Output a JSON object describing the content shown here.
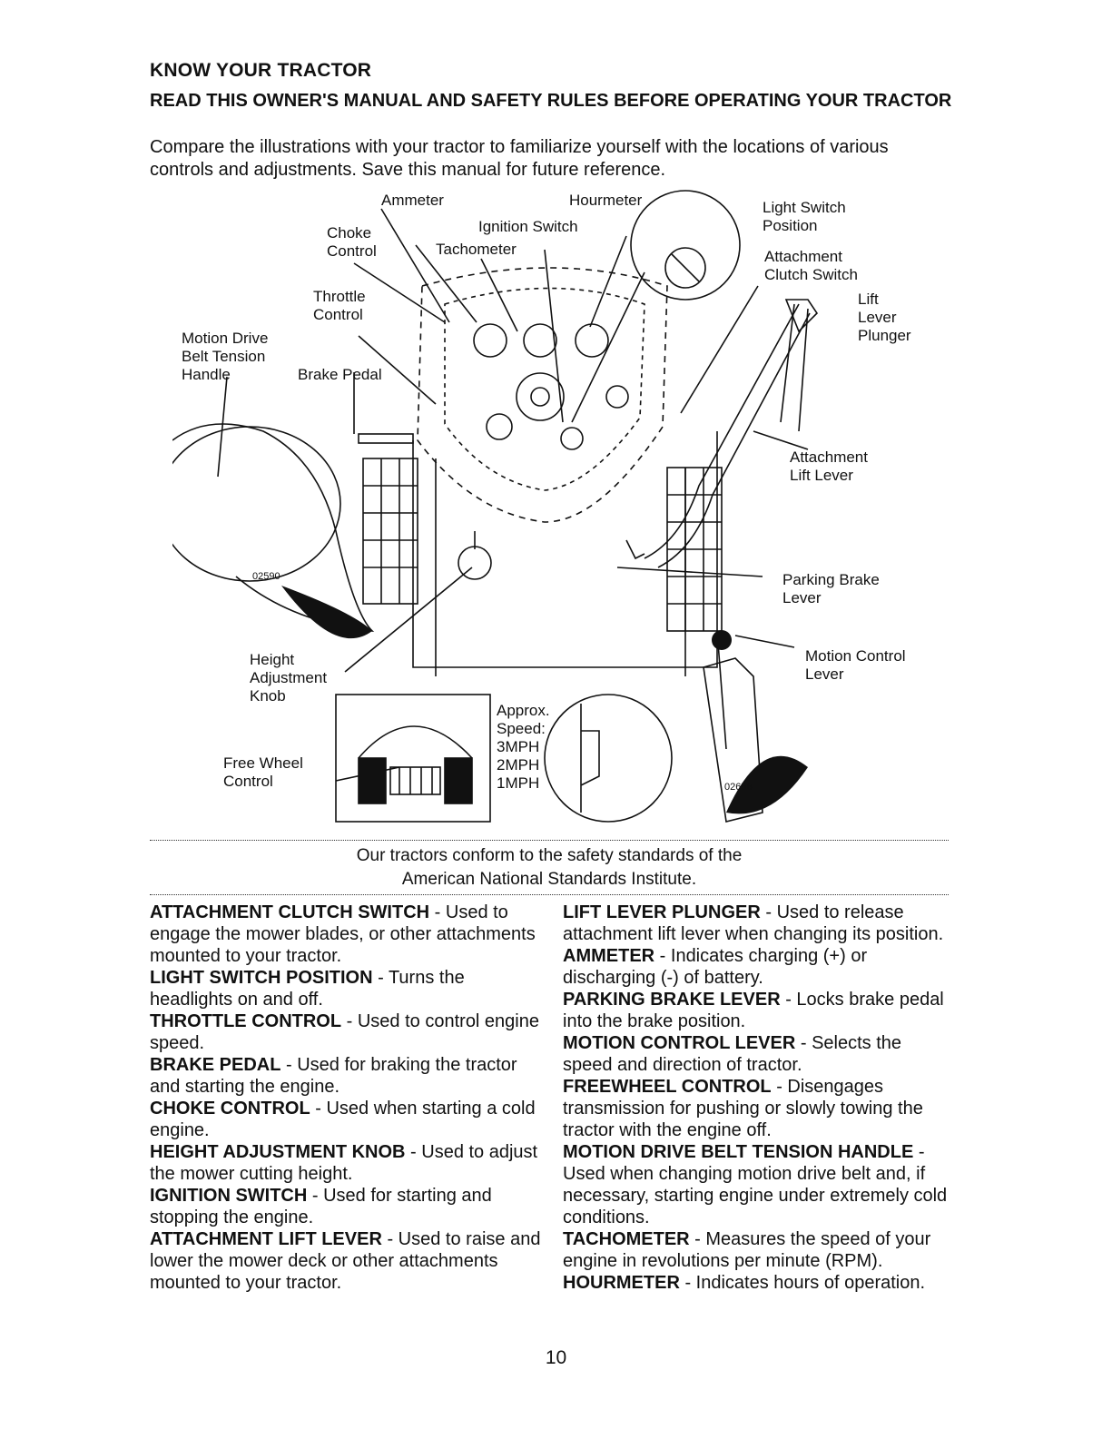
{
  "header": {
    "title": "KNOW YOUR TRACTOR",
    "subtitle": "READ THIS OWNER'S MANUAL AND SAFETY RULES BEFORE OPERATING YOUR TRACTOR",
    "intro": "Compare the illustrations with your tractor to familiarize yourself with the locations of various controls and adjustments.  Save this manual for future reference."
  },
  "figure": {
    "labels": {
      "ammeter": "Ammeter",
      "hourmeter": "Hourmeter",
      "light_switch": "Light Switch\nPosition",
      "choke": "Choke\nControl",
      "ignition": "Ignition Switch",
      "tachometer": "Tachometer",
      "attachment_clutch": "Attachment\nClutch Switch",
      "throttle": "Throttle\nControl",
      "lift_plunger": "Lift\nLever\nPlunger",
      "motion_drive": "Motion Drive\nBelt Tension\nHandle",
      "brake_pedal": "Brake Pedal",
      "attachment_lift": "Attachment\nLift Lever",
      "parking_brake": "Parking Brake\nLever",
      "height_knob": "Height\nAdjustment\nKnob",
      "motion_control": "Motion Control\nLever",
      "approx_speed": "Approx.\nSpeed:\n3MPH\n2MPH\n1MPH",
      "free_wheel": "Free Wheel\nControl",
      "part_number": "02656",
      "tire_code": "02590"
    }
  },
  "ansi_statement": "Our tractors conform to the safety standards of the\nAmerican National Standards Institute.",
  "definitions_left": [
    {
      "term": "ATTACHMENT CLUTCH SWITCH",
      "text": " - Used to engage the mower blades, or other attachments mounted to your tractor."
    },
    {
      "term": "LIGHT SWITCH POSITION",
      "text": " - Turns the headlights on and off."
    },
    {
      "term": "THROTTLE CONTROL",
      "text": " -  Used to control engine speed."
    },
    {
      "term": "BRAKE PEDAL",
      "text": " - Used for braking the tractor and starting the engine."
    },
    {
      "term": "CHOKE CONTROL",
      "text": " - Used when starting a cold engine."
    },
    {
      "term": "HEIGHT ADJUSTMENT KNOB",
      "text": " - Used to adjust the mower cutting height."
    },
    {
      "term": "IGNITION SWITCH",
      "text": " - Used for starting and stopping the engine."
    },
    {
      "term": "ATTACHMENT LIFT LEVER",
      "text": " - Used to raise and lower the mower deck or other attachments mounted to your tractor."
    }
  ],
  "definitions_right": [
    {
      "term": "LIFT LEVER PLUNGER",
      "text": " - Used to release attachment lift lever when changing its position."
    },
    {
      "term": "AMMETER",
      "text": " - Indicates charging (+) or discharging (-) of battery."
    },
    {
      "term": "PARKING BRAKE LEVER",
      "text": " - Locks brake pedal into the brake position."
    },
    {
      "term": "MOTION CONTROL LEVER",
      "text": " - Selects the speed and direction of tractor."
    },
    {
      "term": "FREEWHEEL CONTROL",
      "text": " - Disengages transmission for pushing or slowly towing the tractor with the engine off."
    },
    {
      "term": "MOTION DRIVE BELT TENSION HANDLE",
      "text": " - Used when changing motion drive belt and, if necessary, starting engine under extremely cold conditions."
    },
    {
      "term": "TACHOMETER",
      "text": " - Measures the speed of your engine in revolutions per minute (RPM)."
    },
    {
      "term": "HOURMETER",
      "text": " - Indicates hours of operation."
    }
  ],
  "page_number": "10"
}
